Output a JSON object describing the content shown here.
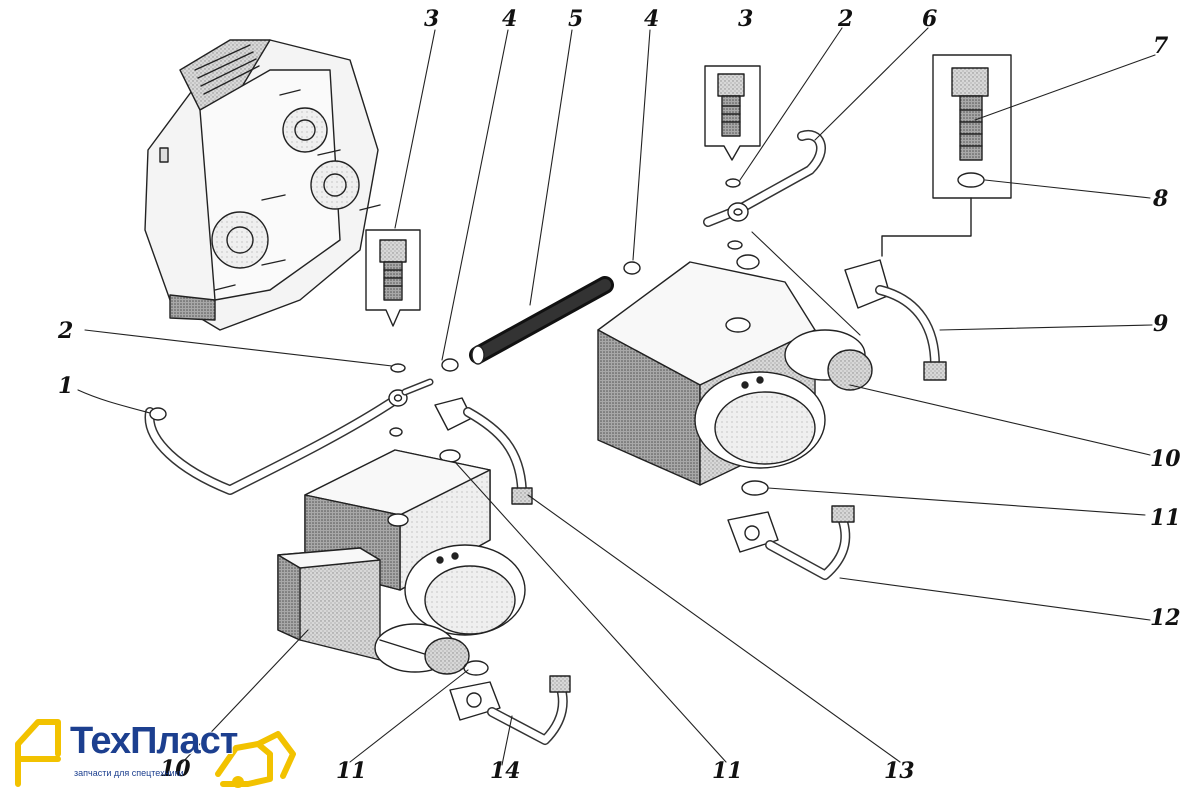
{
  "diagram": {
    "callouts": [
      {
        "id": "c3a",
        "text": "3"
      },
      {
        "id": "c4a",
        "text": "4"
      },
      {
        "id": "c5",
        "text": "5"
      },
      {
        "id": "c4b",
        "text": "4"
      },
      {
        "id": "c3b",
        "text": "3"
      },
      {
        "id": "c2a",
        "text": "2"
      },
      {
        "id": "c6",
        "text": "6"
      },
      {
        "id": "c7",
        "text": "7"
      },
      {
        "id": "c8",
        "text": "8"
      },
      {
        "id": "c9",
        "text": "9"
      },
      {
        "id": "c2b",
        "text": "2"
      },
      {
        "id": "c1",
        "text": "1"
      },
      {
        "id": "c10a",
        "text": "10"
      },
      {
        "id": "c11a",
        "text": "11"
      },
      {
        "id": "c12",
        "text": "12"
      },
      {
        "id": "c10b",
        "text": "10"
      },
      {
        "id": "c11b",
        "text": "11"
      },
      {
        "id": "c14",
        "text": "14"
      },
      {
        "id": "c11c",
        "text": "11"
      },
      {
        "id": "c13",
        "text": "13"
      }
    ]
  },
  "logo": {
    "title": "ТехПласт",
    "subtitle": "запчасти для спецтехники",
    "colors": {
      "primary": "#1c3f8f",
      "accent": "#f2c200"
    }
  }
}
